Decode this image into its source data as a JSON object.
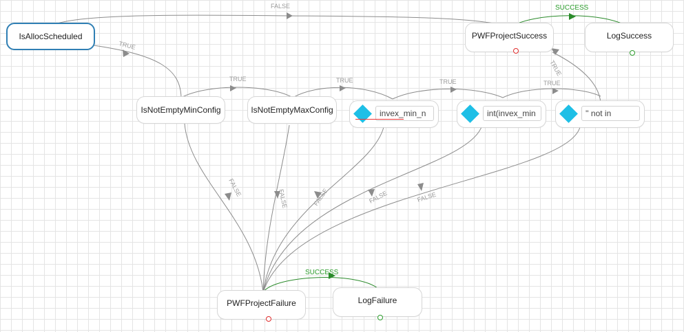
{
  "nodes": {
    "is_alloc_scheduled": {
      "label": "IsAllocScheduled"
    },
    "is_not_empty_min_config": {
      "label": "IsNotEmptyMinConfig"
    },
    "is_not_empty_max_config": {
      "label": "IsNotEmptyMaxConfig"
    },
    "expr_min": {
      "expression": "invex_min_n"
    },
    "expr_int": {
      "expression": "int(invex_min"
    },
    "expr_not_in": {
      "expression": "''  not in"
    },
    "pwf_project_success": {
      "label": "PWFProjectSuccess"
    },
    "log_success": {
      "label": "LogSuccess"
    },
    "pwf_project_failure": {
      "label": "PWFProjectFailure"
    },
    "log_failure": {
      "label": "LogFailure"
    }
  },
  "edge_labels": {
    "true": "TRUE",
    "false": "FALSE",
    "success": "SUCCESS"
  },
  "colors": {
    "selected_border": "#2f7fb4",
    "diamond": "#1ebfe6",
    "success": "#2a8a2a",
    "failure_dot": "#e02b2b",
    "edge": "#8c8c8c"
  }
}
